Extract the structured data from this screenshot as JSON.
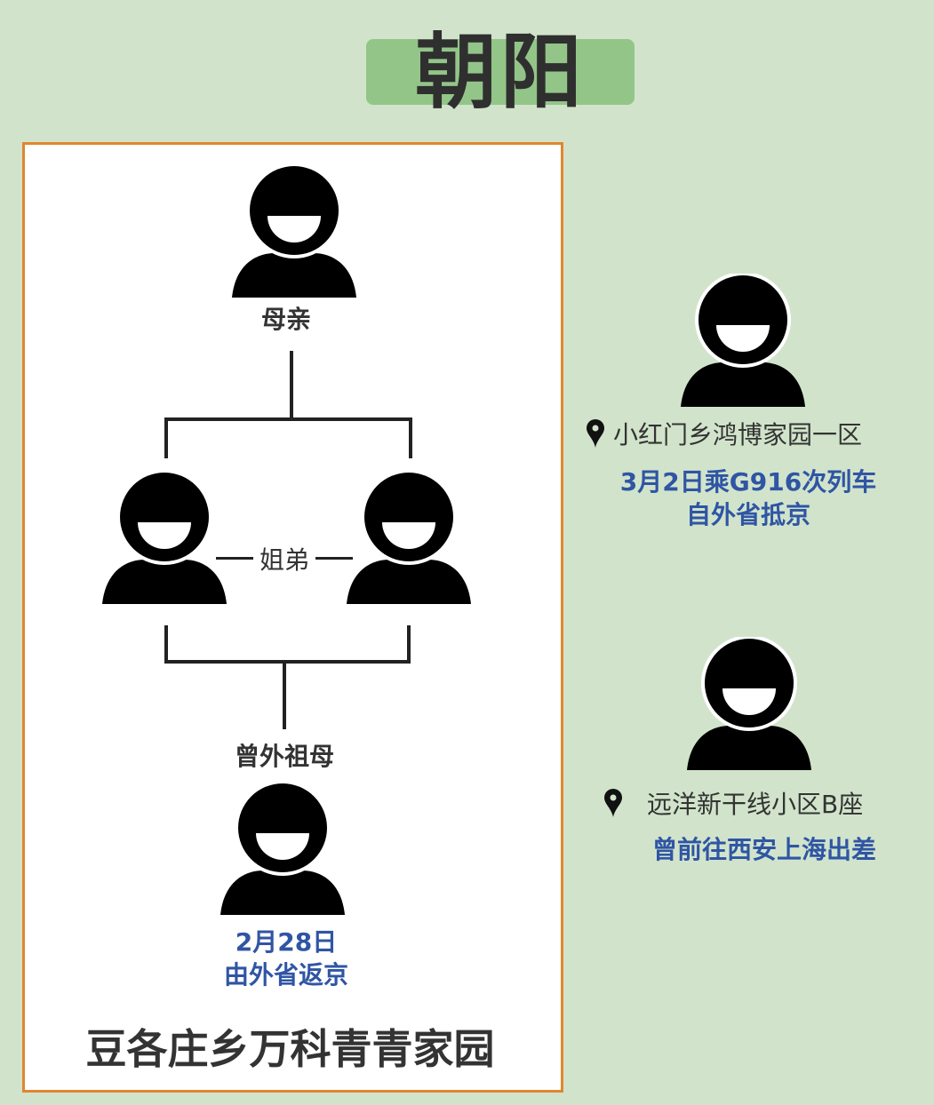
{
  "title": "朝阳",
  "colors": {
    "background": "#d1e4cb",
    "title_box": "#93c589",
    "panel_border": "#e0862f",
    "note_text": "#2f55a4"
  },
  "family_cluster": {
    "mother_label": "母亲",
    "siblings_label": "姐弟",
    "great_grandmother_label": "曾外祖母",
    "great_grandmother_note": [
      "2月28日",
      "由外省返京"
    ],
    "estate": "豆各庄乡万科青青家园"
  },
  "cases": [
    {
      "address": "小红门乡鸿博家园一区",
      "icon": "map-pin-icon",
      "note": [
        "3月2日乘G916次列车",
        "自外省抵京"
      ]
    },
    {
      "address": "远洋新干线小区B座",
      "icon": "map-pin-icon",
      "note": [
        "曾前往西安上海出差"
      ]
    }
  ]
}
